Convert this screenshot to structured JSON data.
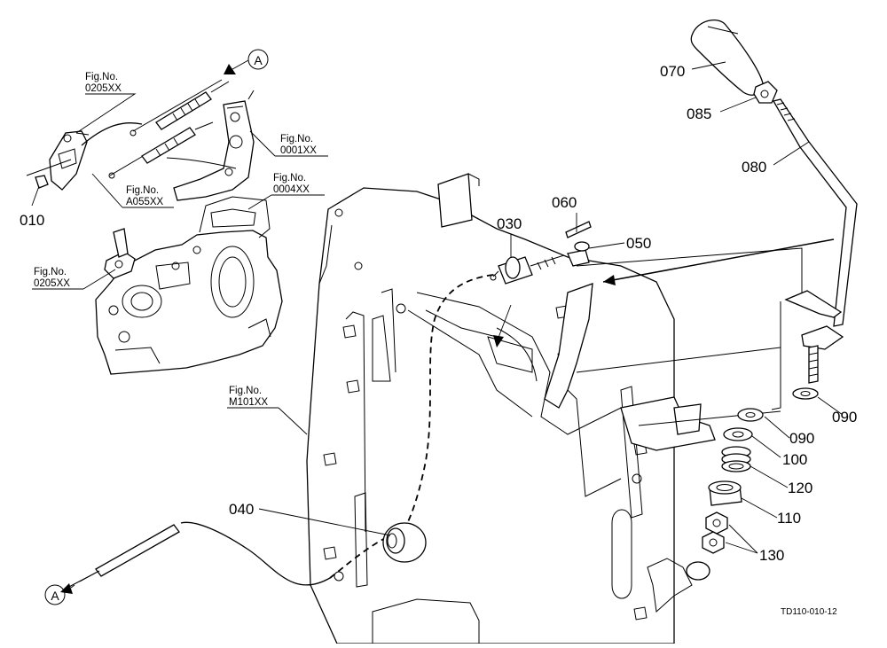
{
  "diagram": {
    "drawing_code": "TD110-010-12",
    "figure_refs": [
      {
        "no_label": "Fig.No.",
        "code": "0205XX"
      },
      {
        "no_label": "Fig.No.",
        "code": "0001XX"
      },
      {
        "no_label": "Fig.No.",
        "code": "0004XX"
      },
      {
        "no_label": "Fig.No.",
        "code": "A055XX"
      },
      {
        "no_label": "Fig.No.",
        "code": "0205XX"
      },
      {
        "no_label": "Fig.No.",
        "code": "M101XX"
      }
    ],
    "part_numbers": [
      "070",
      "085",
      "080",
      "060",
      "030",
      "050",
      "010",
      "090",
      "090",
      "100",
      "120",
      "110",
      "130",
      "040"
    ],
    "connection_marks": [
      "A",
      "A"
    ]
  }
}
